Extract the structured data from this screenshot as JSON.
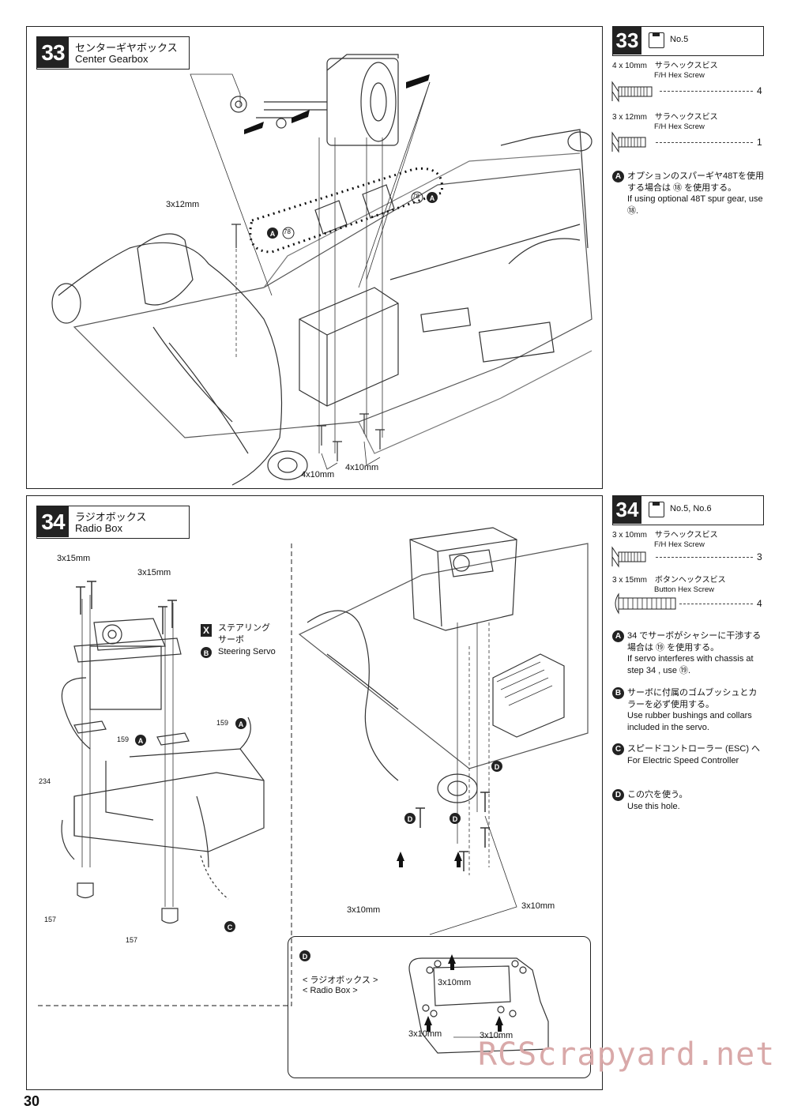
{
  "page_number": "30",
  "watermark": "RCScrapyard.net",
  "step33": {
    "number": "33",
    "title_jp": "センターギヤボックス",
    "title_en": "Center Gearbox",
    "labels": {
      "screw_top": "3x12mm",
      "screw_bottom_left": "4x10mm",
      "screw_bottom_right": "4x10mm",
      "note_a_left": "78",
      "note_a_right": "78"
    },
    "side": {
      "number": "33",
      "bag": "No.5",
      "parts": [
        {
          "size": "4 x 10mm",
          "jp": "サラヘックスビス",
          "en": "F/H Hex Screw",
          "qty": "4"
        },
        {
          "size": "3 x 12mm",
          "jp": "サラヘックスビス",
          "en": "F/H Hex Screw",
          "qty": "1"
        }
      ],
      "notes": [
        {
          "badge": "A",
          "jp": "オプションのスパーギヤ48Tを使用する場合は ⑱ を使用する。",
          "en": "If using optional 48T spur gear, use ⑱."
        }
      ]
    }
  },
  "step34": {
    "number": "34",
    "title_jp": "ラジオボックス",
    "title_en": "Radio Box",
    "labels": {
      "screw_left": "3x15mm",
      "screw_right": "3x15mm",
      "steering_jp_1": "ステアリング",
      "steering_jp_2": "サーボ",
      "steering_en": "Steering Servo",
      "part_159_right": "159",
      "part_159_left": "159",
      "part_234": "234",
      "part_157_top": "157",
      "part_157_bottom": "157",
      "screw_bottom_left": "3x10mm",
      "screw_bottom_right": "3x10mm",
      "inset_jp": "< ラジオボックス >",
      "inset_en": "< Radio Box >",
      "inset_screw_top": "3x10mm",
      "inset_screw_left": "3x10mm",
      "inset_screw_right": "3x10mm"
    },
    "side": {
      "number": "34",
      "bag": "No.5, No.6",
      "parts": [
        {
          "size": "3 x 10mm",
          "jp": "サラヘックスビス",
          "en": "F/H Hex Screw",
          "qty": "3"
        },
        {
          "size": "3 x 15mm",
          "jp": "ボタンヘックスビス",
          "en": "Button Hex Screw",
          "qty": "4"
        }
      ],
      "notes": [
        {
          "badge": "A",
          "jp": "34 でサーボがシャシーに干渉する場合は ⑲ を使用する。",
          "en": "If servo interferes with chassis at step 34 , use ⑲."
        },
        {
          "badge": "B",
          "jp": "サーボに付属のゴムブッシュとカラーを必ず使用する。",
          "en": "Use rubber bushings and collars included in the servo."
        },
        {
          "badge": "C",
          "jp": "スピードコントローラー (ESC) へ",
          "en": "For Electric Speed Controller"
        },
        {
          "badge": "D",
          "jp": "この穴を使う。",
          "en": "Use this hole."
        }
      ]
    }
  }
}
